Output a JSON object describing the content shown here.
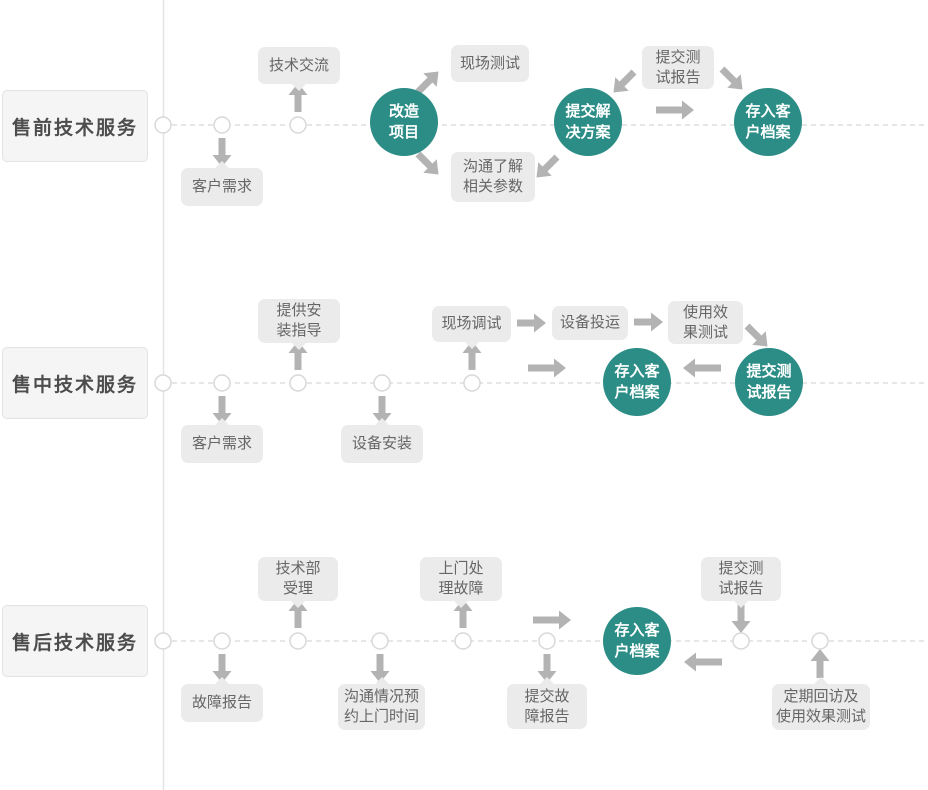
{
  "colors": {
    "accent_teal": "#2b8d86",
    "arrow_gray": "#b3b3b3",
    "box_gray": "#ebebeb",
    "label_gray": "#f5f5f5",
    "line_gray": "#cecece"
  },
  "lanes": [
    {
      "label": "售前技术服务",
      "boxes": [
        {
          "text": "客户需求"
        },
        {
          "text": "技术交流"
        },
        {
          "text": "现场测试"
        },
        {
          "text": "沟通了解\n相关参数"
        },
        {
          "text": "提交测\n试报告"
        }
      ],
      "circles": [
        {
          "text": "改造\n项目"
        },
        {
          "text": "提交解\n决方案"
        },
        {
          "text": "存入客\n户档案"
        }
      ]
    },
    {
      "label": "售中技术服务",
      "boxes": [
        {
          "text": "客户需求"
        },
        {
          "text": "提供安\n装指导"
        },
        {
          "text": "设备安装"
        },
        {
          "text": "现场调试"
        },
        {
          "text": "设备投运"
        },
        {
          "text": "使用效\n果测试"
        }
      ],
      "circles": [
        {
          "text": "存入客\n户档案"
        },
        {
          "text": "提交测\n试报告"
        }
      ]
    },
    {
      "label": "售后技术服务",
      "boxes": [
        {
          "text": "故障报告"
        },
        {
          "text": "技术部\n受理"
        },
        {
          "text": "沟通情况预\n约上门时间"
        },
        {
          "text": "上门处\n理故障"
        },
        {
          "text": "提交故\n障报告"
        },
        {
          "text": "提交测\n试报告"
        },
        {
          "text": "定期回访及\n使用效果测试"
        }
      ],
      "circles": [
        {
          "text": "存入客\n户档案"
        }
      ]
    }
  ]
}
